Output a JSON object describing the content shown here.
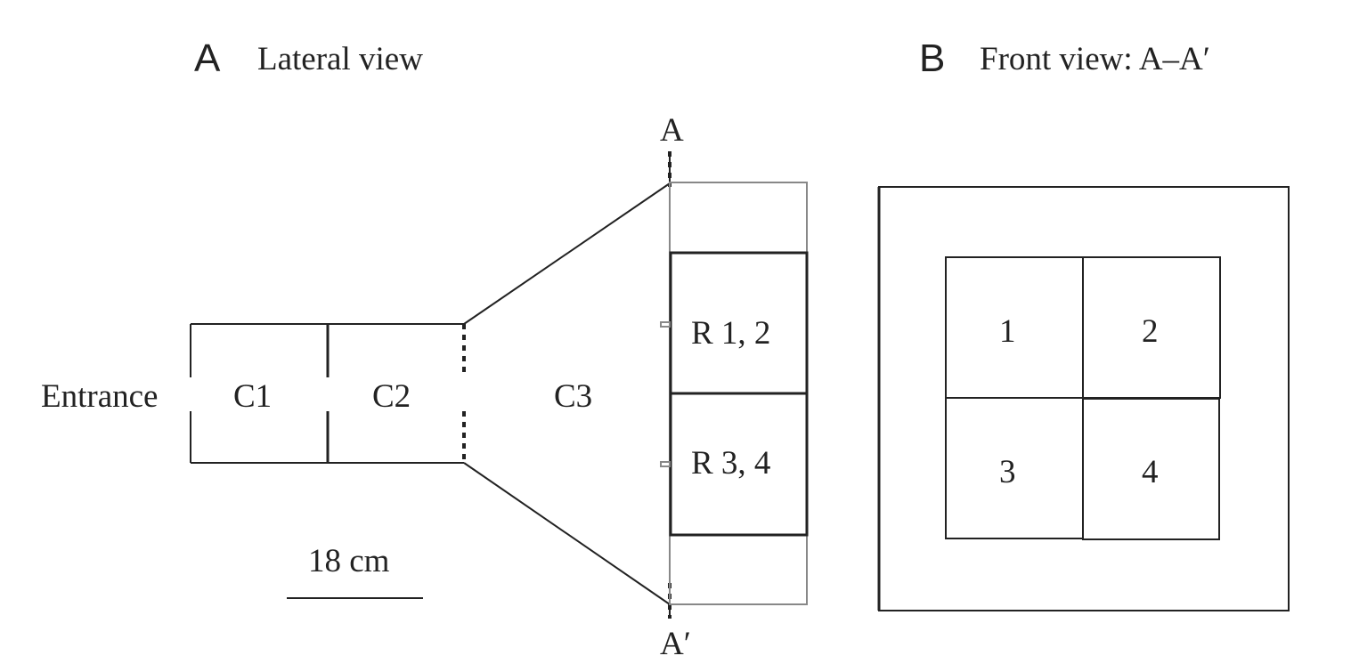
{
  "panels": {
    "a": {
      "letter": "A",
      "title": "Lateral view"
    },
    "b": {
      "letter": "B",
      "title": "Front view: A–A′"
    }
  },
  "lateral": {
    "entrance_label": "Entrance",
    "chambers": [
      "C1",
      "C2",
      "C3"
    ],
    "reward_boxes": [
      "R 1, 2",
      "R 3, 4"
    ],
    "section_top_label": "A",
    "section_bottom_label": "A′",
    "scale_bar_label": "18 cm"
  },
  "front": {
    "quadrants": [
      "1",
      "2",
      "3",
      "4"
    ]
  }
}
